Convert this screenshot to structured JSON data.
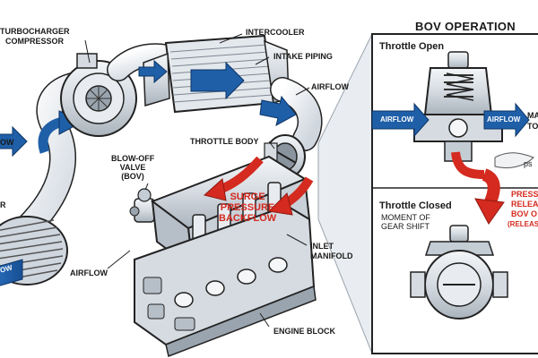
{
  "labels": {
    "turbocharger": "TURBOCHARGER",
    "compressor": "COMPRESSOR",
    "intercooler": "INTERCOOLER",
    "intake_piping": "INTAKE PIPING",
    "airflow_top": "AIRFLOW",
    "airflow_left": "OW",
    "filter_partial": "R",
    "throttle_body": "THROTTLE BODY",
    "bov_line1": "BLOW-OFF",
    "bov_line2": "VALVE",
    "bov_line3": "(BOV)",
    "surge_line1": "SURGE",
    "surge_line2": "PRESSURE",
    "surge_line3": "BACKFLOW",
    "inlet_line1": "INLET",
    "inlet_line2": "MANIFOLD",
    "airflow_bottom": "AIRFLOW",
    "engine_block": "ENGINE BLOCK",
    "airflow_intake_arrow": "OW"
  },
  "panel": {
    "title": "BOV OPERATION",
    "throttle_open": "Throttle Open",
    "throttle_closed": "Throttle Closed",
    "moment_line1": "MOMENT OF",
    "moment_line2": "GEAR SHIFT",
    "airflow_in": "AIRFLOW",
    "airflow_out_line1": "AIRFLOW",
    "airflow_out_partial1": "MA",
    "airflow_out_partial2": "TO",
    "psst": "ps",
    "pressure_line1": "PRESSU",
    "pressure_line2": "RELEA",
    "pressure_line3": "BOV O",
    "pressure_line4": "(RELEASI"
  },
  "colors": {
    "airflow_blue": "#1f5fa8",
    "surge_red": "#d42a1f",
    "outline": "#222222"
  }
}
